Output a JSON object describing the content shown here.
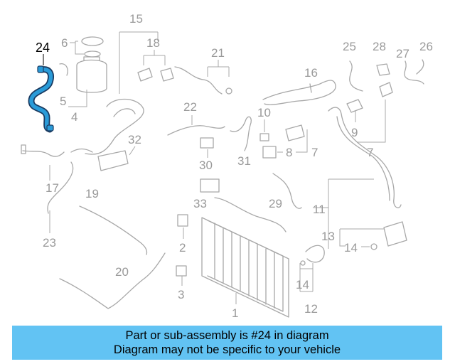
{
  "highlight_color": "#2a9bd8",
  "banner_color": "#62c3f3",
  "highlighted_part": "24",
  "callouts": {
    "n1": "1",
    "n2": "2",
    "n3": "3",
    "n4": "4",
    "n5": "5",
    "n6": "6",
    "n7a": "7",
    "n7b": "7",
    "n8": "8",
    "n9": "9",
    "n10": "10",
    "n11": "11",
    "n12": "12",
    "n13": "13",
    "n14a": "14",
    "n14b": "14",
    "n15": "15",
    "n16": "16",
    "n17": "17",
    "n18": "18",
    "n19": "19",
    "n20": "20",
    "n21": "21",
    "n22": "22",
    "n23": "23",
    "n24": "24",
    "n25": "25",
    "n26": "26",
    "n27": "27",
    "n28": "28",
    "n29": "29",
    "n30": "30",
    "n31": "31",
    "n32": "32",
    "n33": "33"
  },
  "banner": {
    "line1": "Part or sub-assembly is #24 in diagram",
    "line2": "Diagram may not be specific to your vehicle"
  }
}
